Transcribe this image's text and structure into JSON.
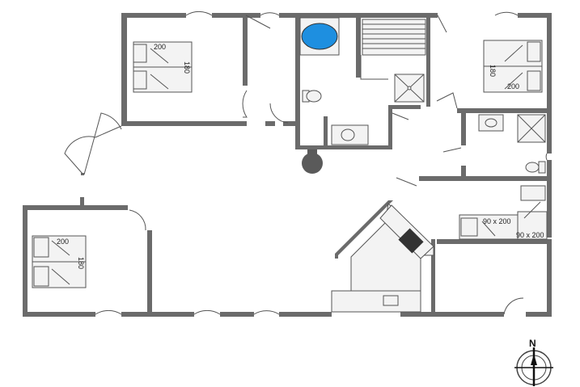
{
  "rooms": {
    "bedroom_top_left": {
      "bed_length": "200",
      "bed_width": "180"
    },
    "bedroom_top_right": {
      "bed_length": "200",
      "bed_width": "180"
    },
    "bedroom_left": {
      "bed_length": "200",
      "bed_width": "180"
    },
    "bedroom_bunk": {
      "bed_upper": "90 x 200",
      "bed_lower": "90 x 200"
    }
  },
  "compass": {
    "north": "N"
  },
  "colors": {
    "wall": "#6b6b6b",
    "whirlpool": "#1e8fe0",
    "chimney": "#5a5a5a"
  }
}
